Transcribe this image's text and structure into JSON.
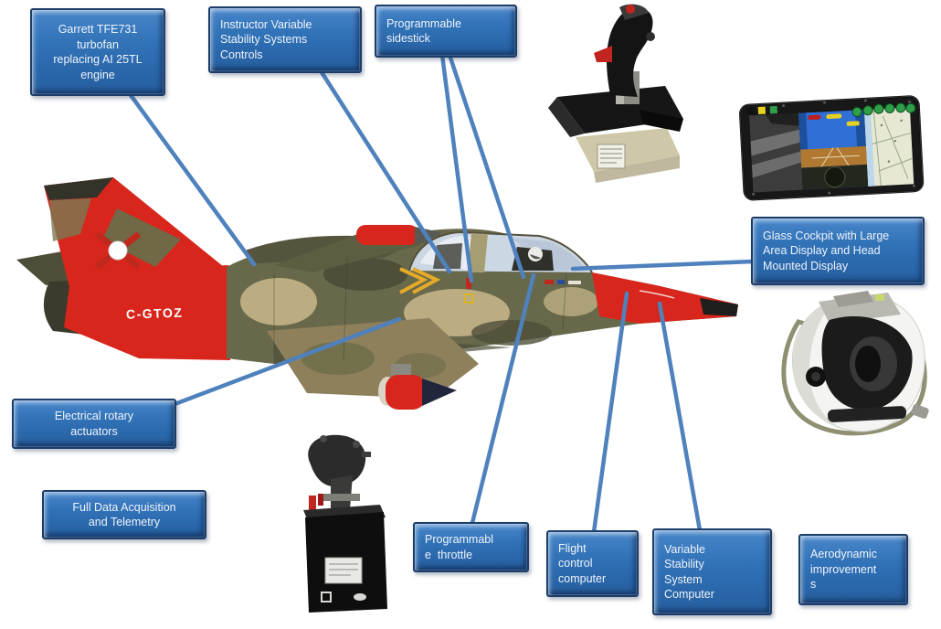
{
  "diagram": {
    "title": "aircraft systems callout diagram",
    "aircraft_registration": "C-GTOZ",
    "callouts": [
      {
        "id": "engine",
        "align": "center",
        "lines": [
          "Garrett TFE731",
          "turbofan",
          "replacing AI 25TL",
          "engine"
        ]
      },
      {
        "id": "instructor",
        "align": "left",
        "lines": [
          "Instructor Variable",
          "Stability Systems",
          "Controls"
        ]
      },
      {
        "id": "sidestick",
        "align": "left",
        "lines": [
          "Programmable",
          "sidestick"
        ]
      },
      {
        "id": "glass",
        "align": "left",
        "lines": [
          "Glass Cockpit with Large",
          "Area Display and Head",
          "Mounted Display"
        ]
      },
      {
        "id": "actuators",
        "align": "center",
        "lines": [
          "Electrical rotary",
          "actuators"
        ]
      },
      {
        "id": "telemetry",
        "align": "center",
        "lines": [
          "Full Data Acquisition",
          "and Telemetry"
        ]
      },
      {
        "id": "throttle",
        "align": "left",
        "lines": [
          "Programmabl",
          "e  throttle"
        ]
      },
      {
        "id": "fcc",
        "align": "left",
        "lines": [
          "Flight",
          "control",
          "computer"
        ]
      },
      {
        "id": "vss",
        "align": "left",
        "lines": [
          "Variable",
          "Stability",
          "System",
          "Computer"
        ]
      },
      {
        "id": "aero",
        "align": "left",
        "lines": [
          "Aerodynamic",
          "improvement",
          "s"
        ]
      }
    ],
    "photos": [
      {
        "id": "sidestick-hardware-photo"
      },
      {
        "id": "glass-cockpit-display-photo"
      },
      {
        "id": "flight-helmet-photo"
      },
      {
        "id": "throttle-quadrant-photo"
      },
      {
        "id": "aircraft-photo"
      }
    ],
    "colors": {
      "box_fill": "#3273b8",
      "box_border": "#1c3c69",
      "box_text": "#eef4fb",
      "connector": "#4f81bd",
      "aircraft_red": "#d8261c",
      "aircraft_olive": "#68684b",
      "aircraft_tan": "#c4b488",
      "background": "#ffffff"
    }
  }
}
